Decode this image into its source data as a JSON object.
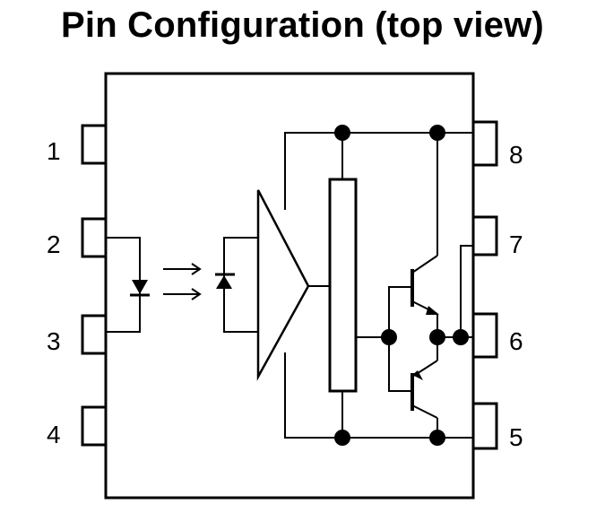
{
  "title": "Pin Configuration (top view)",
  "pins": {
    "left": [
      "1",
      "2",
      "3",
      "4"
    ],
    "right": [
      "8",
      "7",
      "6",
      "5"
    ]
  }
}
